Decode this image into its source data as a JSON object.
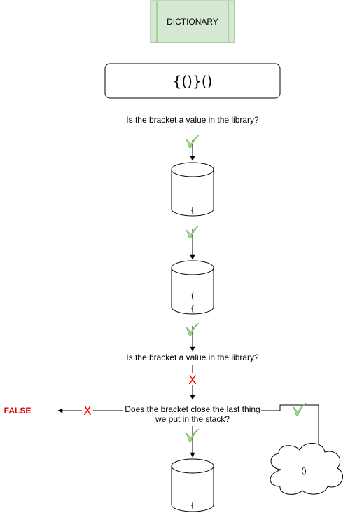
{
  "diagram": {
    "dictionary_label": "DICTIONARY",
    "input_string": "{()}()",
    "question_library_1": "Is the bracket a value in the library?",
    "question_library_2": "Is the bracket a value in the library?",
    "question_close_line1": "Does the bracket close the last thing",
    "question_close_line2": "we put in the stack?",
    "stack_1": {
      "items": [
        "{"
      ]
    },
    "stack_2": {
      "items": [
        "(",
        "{"
      ]
    },
    "stack_3": {
      "items": [
        "{"
      ]
    },
    "cloud_label": "()",
    "false_label": "FALSE",
    "x_mark_symbol": "X",
    "colors": {
      "dictionary_fill": "#d5e8d4",
      "dictionary_stroke": "#82b366",
      "check_green": "#7cc16b",
      "x_red": "#ff0000",
      "false_red": "#e10000"
    },
    "icons": [
      "checkmark-icon",
      "x-mark-icon",
      "arrow-icon"
    ]
  }
}
